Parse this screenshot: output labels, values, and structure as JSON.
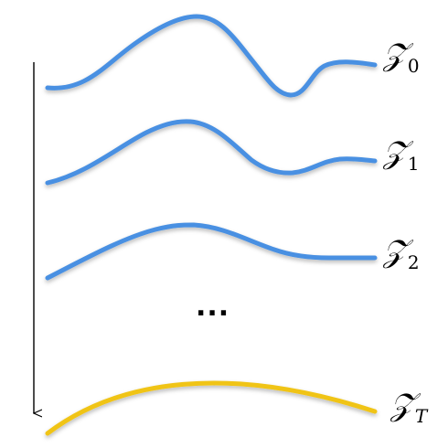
{
  "colors": {
    "process_curve": "#4a90e2",
    "final_curve": "#f0c419",
    "arrow": "#000000"
  },
  "labels": [
    {
      "symbol": "𝒵",
      "subscript": "0"
    },
    {
      "symbol": "𝒵",
      "subscript": "1"
    },
    {
      "symbol": "𝒵",
      "subscript": "2"
    },
    {
      "symbol": "𝒵",
      "subscript": "T"
    }
  ],
  "ellipsis": "..."
}
